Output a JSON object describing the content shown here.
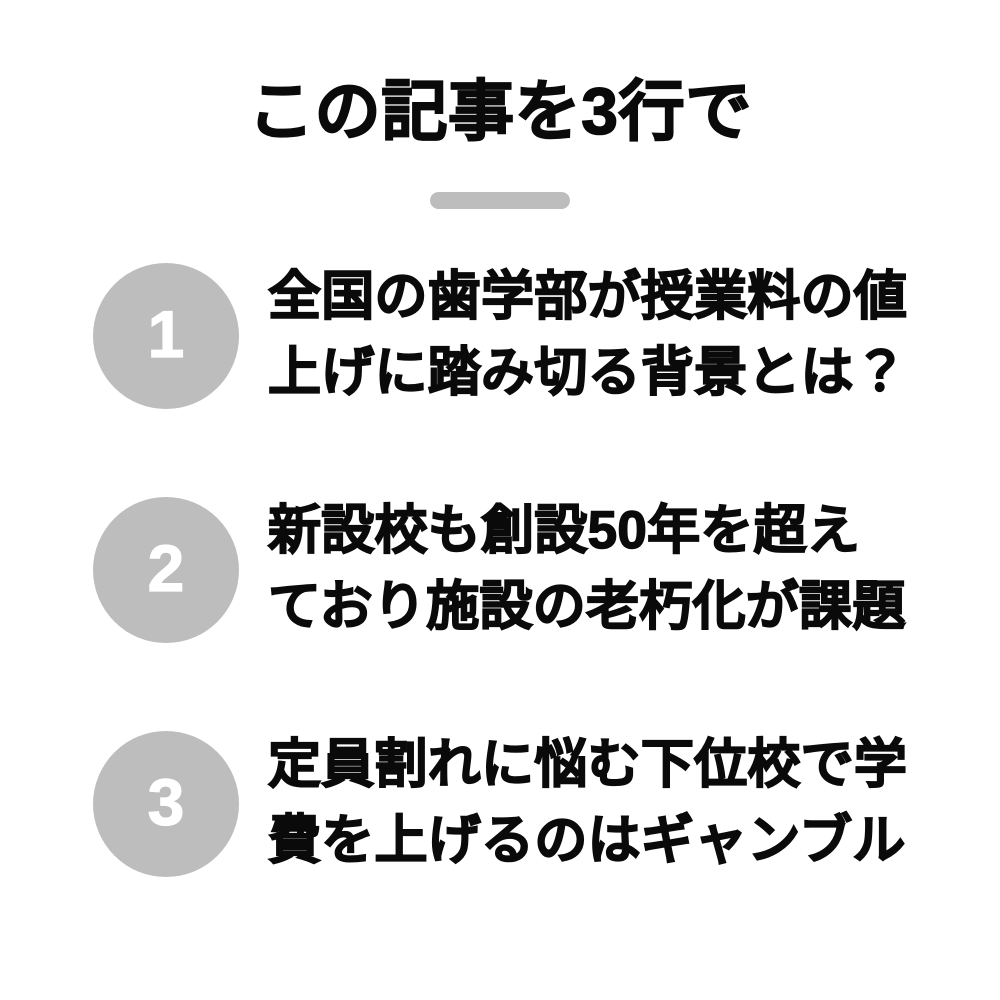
{
  "header": {
    "title": "この記事を3行で",
    "divider_color": "#bdbdbd"
  },
  "theme": {
    "background": "#ffffff",
    "text_color": "#0a0a0a",
    "accent_gray": "#bdbdbd",
    "badge_number_color": "#ffffff"
  },
  "points": [
    {
      "number": "1",
      "text": "全国の歯学部が授業料の値上げに踏み切る背景とは？",
      "line1": "全国の歯学部が授業料の値",
      "line2": "上げに踏み切る背景とは？"
    },
    {
      "number": "2",
      "text": "新設校も創設50年を超えており施設の老朽化が課題",
      "line1": "新設校も創設50年を超え",
      "line2": "ており施設の老朽化が課題"
    },
    {
      "number": "3",
      "text": "定員割れに悩む下位校で学費を上げるのはギャンブル",
      "line1": "定員割れに悩む下位校で学",
      "line2": "費を上げるのはギャンブル"
    }
  ]
}
